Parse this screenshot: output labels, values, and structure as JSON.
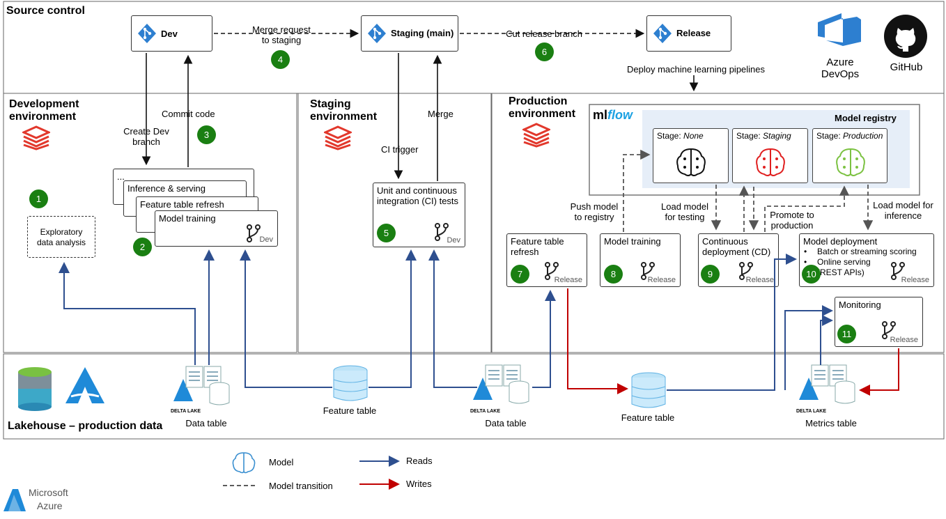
{
  "sections": {
    "source_control": "Source control",
    "development": "Development\nenvironment",
    "staging": "Staging\nenvironment",
    "production": "Production\nenvironment",
    "lakehouse": "Lakehouse – production data"
  },
  "branches": {
    "dev": "Dev",
    "staging": "Staging (main)",
    "release": "Release"
  },
  "flow_labels": {
    "merge_request": "Merge request\nto staging",
    "cut_release": "Cut release branch",
    "deploy_pipelines": "Deploy machine learning pipelines",
    "create_dev_branch": "Create Dev\nbranch",
    "commit_code": "Commit code",
    "ci_trigger": "CI trigger",
    "merge": "Merge",
    "push_model": "Push model\nto registry",
    "load_testing": "Load model\nfor testing",
    "promote": "Promote to\nproduction",
    "load_inference": "Load model for\ninference"
  },
  "providers": {
    "azure_devops": "Azure\nDevOps",
    "github": "GitHub",
    "delta_lake": "DELTA LAKE",
    "microsoft": "Microsoft",
    "azure": "Azure",
    "mlflow_ml": "ml",
    "mlflow_flow": "flow"
  },
  "dev": {
    "stack_dots": "...",
    "inference": "Inference & serving",
    "feature_refresh": "Feature table refresh",
    "model_training": "Model training",
    "tag": "Dev",
    "exploratory": "Exploratory\ndata analysis"
  },
  "staging_box": {
    "label": "Unit and continuous\nintegration (CI) tests",
    "tag": "Dev"
  },
  "prod_boxes": {
    "feature_refresh": "Feature table\nrefresh",
    "model_training": "Model training",
    "cd": "Continuous\ndeployment (CD)",
    "model_deployment": "Model deployment",
    "bullet1": "Batch or streaming scoring",
    "bullet2": "Online serving\n(REST APIs)",
    "monitoring": "Monitoring",
    "tag": "Release"
  },
  "registry": {
    "title": "Model registry",
    "stage_prefix": "Stage: ",
    "none": "None",
    "staging": "Staging",
    "production": "Production"
  },
  "steps": [
    "1",
    "2",
    "3",
    "4",
    "5",
    "6",
    "7",
    "8",
    "9",
    "10",
    "11"
  ],
  "tables": {
    "data_table": "Data table",
    "feature_table": "Feature table",
    "metrics_table": "Metrics table"
  },
  "legend": {
    "model": "Model",
    "transition": "Model transition",
    "reads": "Reads",
    "writes": "Writes"
  },
  "colors": {
    "step_green": "#1a7f12",
    "reads_blue": "#2e4f8f",
    "writes_red": "#c00000",
    "registry_bg": "#e6eef8",
    "azure_blue": "#0078d4"
  }
}
